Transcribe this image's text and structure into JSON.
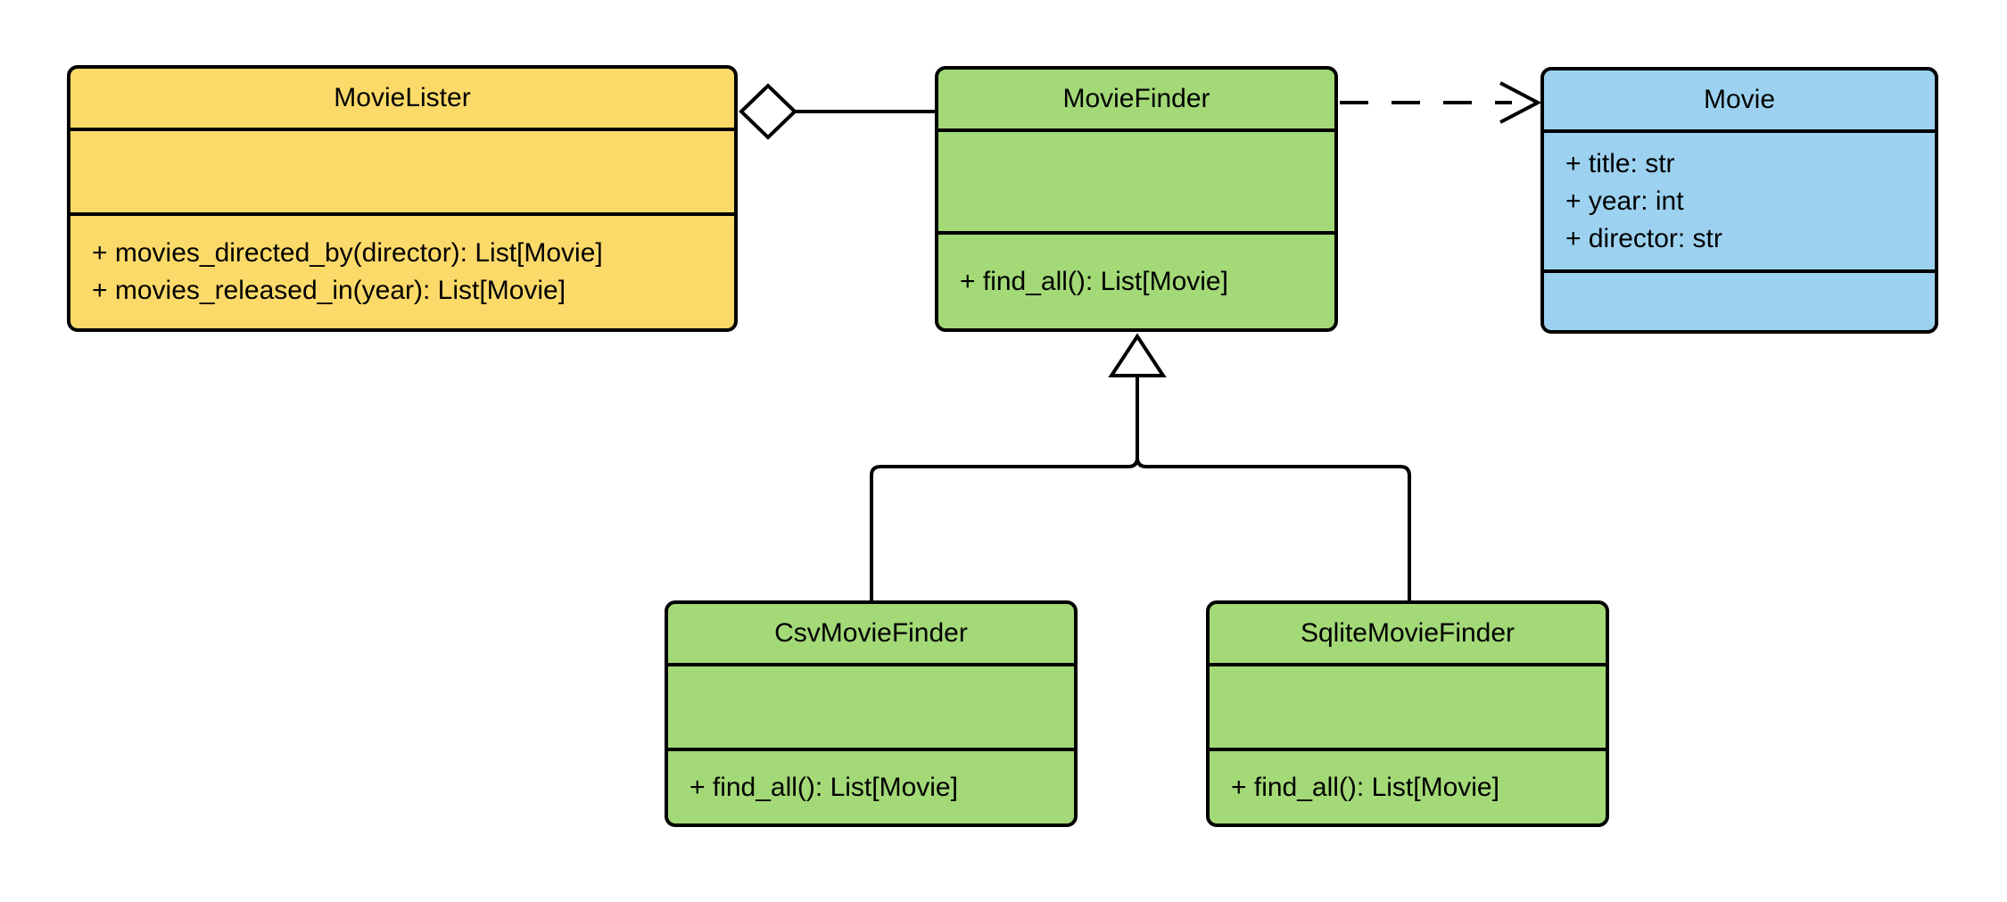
{
  "diagram": {
    "kind": "uml-class-diagram",
    "colors": {
      "background": "#ffffff",
      "stroke": "#000000",
      "yellow_fill": "#FCDA69",
      "green_fill": "#A3D977",
      "blue_fill": "#9CD2F0"
    },
    "classes": [
      {
        "title": "MovieLister",
        "fill": "#FCDA69",
        "attributes": [],
        "methods": [
          "+ movies_directed_by(director): List[Movie]",
          "+ movies_released_in(year): List[Movie]"
        ]
      },
      {
        "title": "MovieFinder",
        "fill": "#A3D977",
        "attributes": [],
        "methods": [
          "+ find_all(): List[Movie]"
        ]
      },
      {
        "title": "Movie",
        "fill": "#9CD2F0",
        "attributes": [
          "+ title: str",
          "+ year: int",
          "+ director: str"
        ],
        "methods": []
      },
      {
        "title": "CsvMovieFinder",
        "fill": "#A3D977",
        "attributes": [],
        "methods": [
          "+ find_all(): List[Movie]"
        ]
      },
      {
        "title": "SqliteMovieFinder",
        "fill": "#A3D977",
        "attributes": [],
        "methods": [
          "+ find_all(): List[Movie]"
        ]
      }
    ],
    "relationships": [
      {
        "type": "aggregation",
        "from": "MovieLister",
        "to": "MovieFinder",
        "line": "solid",
        "marker": "hollow-diamond-at-MovieLister"
      },
      {
        "type": "dependency",
        "from": "MovieFinder",
        "to": "Movie",
        "line": "dashed",
        "marker": "open-arrow-at-Movie"
      },
      {
        "type": "generalization",
        "from": "CsvMovieFinder",
        "to": "MovieFinder",
        "line": "solid",
        "marker": "hollow-triangle-at-MovieFinder"
      },
      {
        "type": "generalization",
        "from": "SqliteMovieFinder",
        "to": "MovieFinder",
        "line": "solid",
        "marker": "hollow-triangle-at-MovieFinder"
      }
    ]
  }
}
